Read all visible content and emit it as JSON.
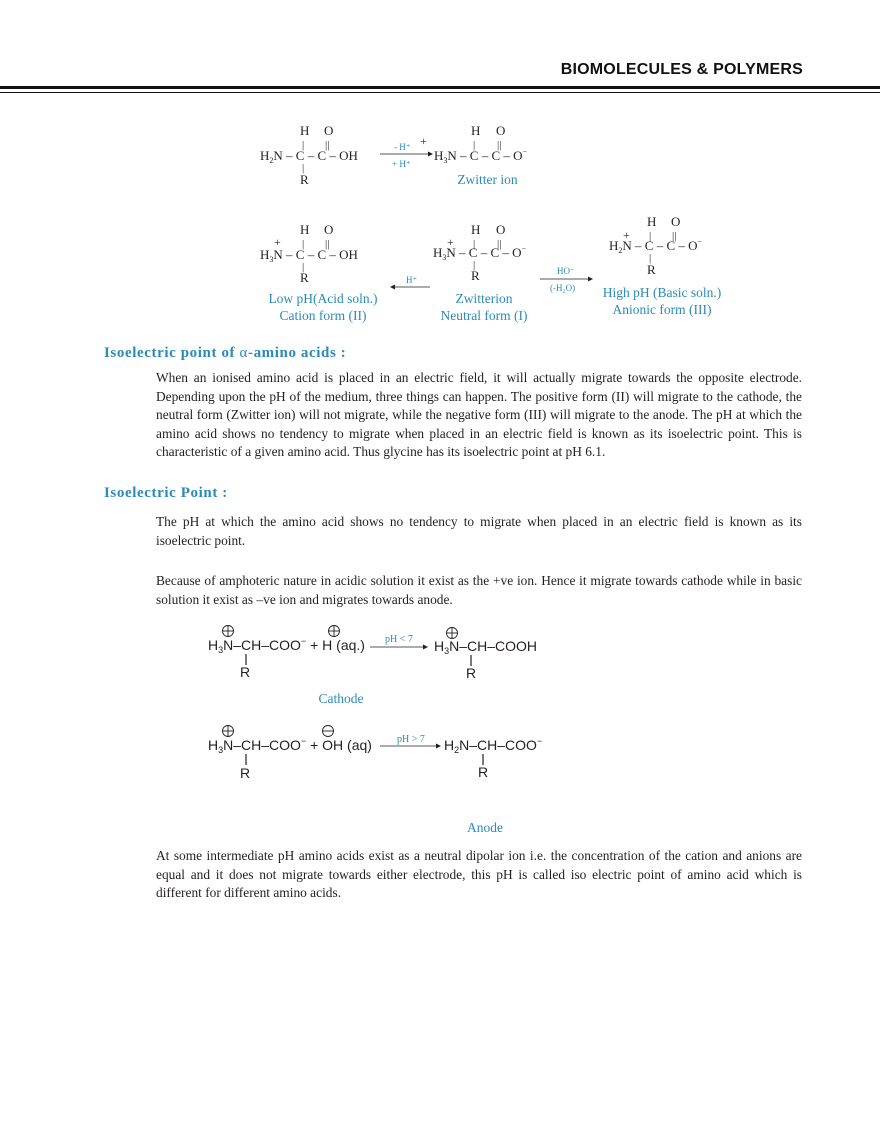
{
  "header": {
    "title": "BIOMOLECULES & POLYMERS"
  },
  "diagram1": {
    "arrow_top": "- H⁺",
    "arrow_bottom": "+ H⁺",
    "product_label": "Zwitter ion"
  },
  "diagram2": {
    "left_label_line1": "Low pH(Acid soln.)",
    "left_label_line2": "Cation form (II)",
    "middle_label_line1": "Zwitterion",
    "middle_label_line2": "Neutral form (I)",
    "right_label_line1": "High pH (Basic soln.)",
    "right_label_line2": "Anionic form (III)",
    "left_arrow": "H⁺",
    "right_arrow_top": "HO⁻",
    "right_arrow_bottom": "(-H₂O)"
  },
  "section1": {
    "heading_prefix": "Isoelectric point of ",
    "heading_alpha": "α",
    "heading_suffix": "-amino acids :",
    "body": "When an ionised amino acid is placed in an electric field, it will actually migrate towards the opposite electrode. Depending upon the pH of the medium, three things can happen. The positive form (II) will migrate to the cathode, the neutral form (Zwitter ion) will not migrate, while the negative form (III) will migrate to the anode. The pH at which the amino acid shows no tendency to migrate when placed in an electric field is known as its isoelectric point. This is characteristic of a given amino acid. Thus glycine has its isoelectric point at pH 6.1."
  },
  "section2": {
    "heading": "Isoelectric Point :",
    "para1": "The pH at which the amino acid shows no tendency to migrate when placed in an electric field is known as its isoelectric point.",
    "para2": "Because of amphoteric nature in acidic solution it exist as the +ve ion. Hence it migrate towards cathode while in basic solution it exist as –ve ion and migrates towards anode.",
    "reaction1_condition": "pH < 7",
    "reaction1_label": "Cathode",
    "reaction2_condition": "pH > 7",
    "reaction2_label": "Anode",
    "para3": "At some intermediate pH amino acids exist as a neutral dipolar ion i.e. the concentration of the cation and anions are equal and it does not migrate towards either electrode, this pH is called iso electric point of amino acid which is different for different amino acids."
  }
}
